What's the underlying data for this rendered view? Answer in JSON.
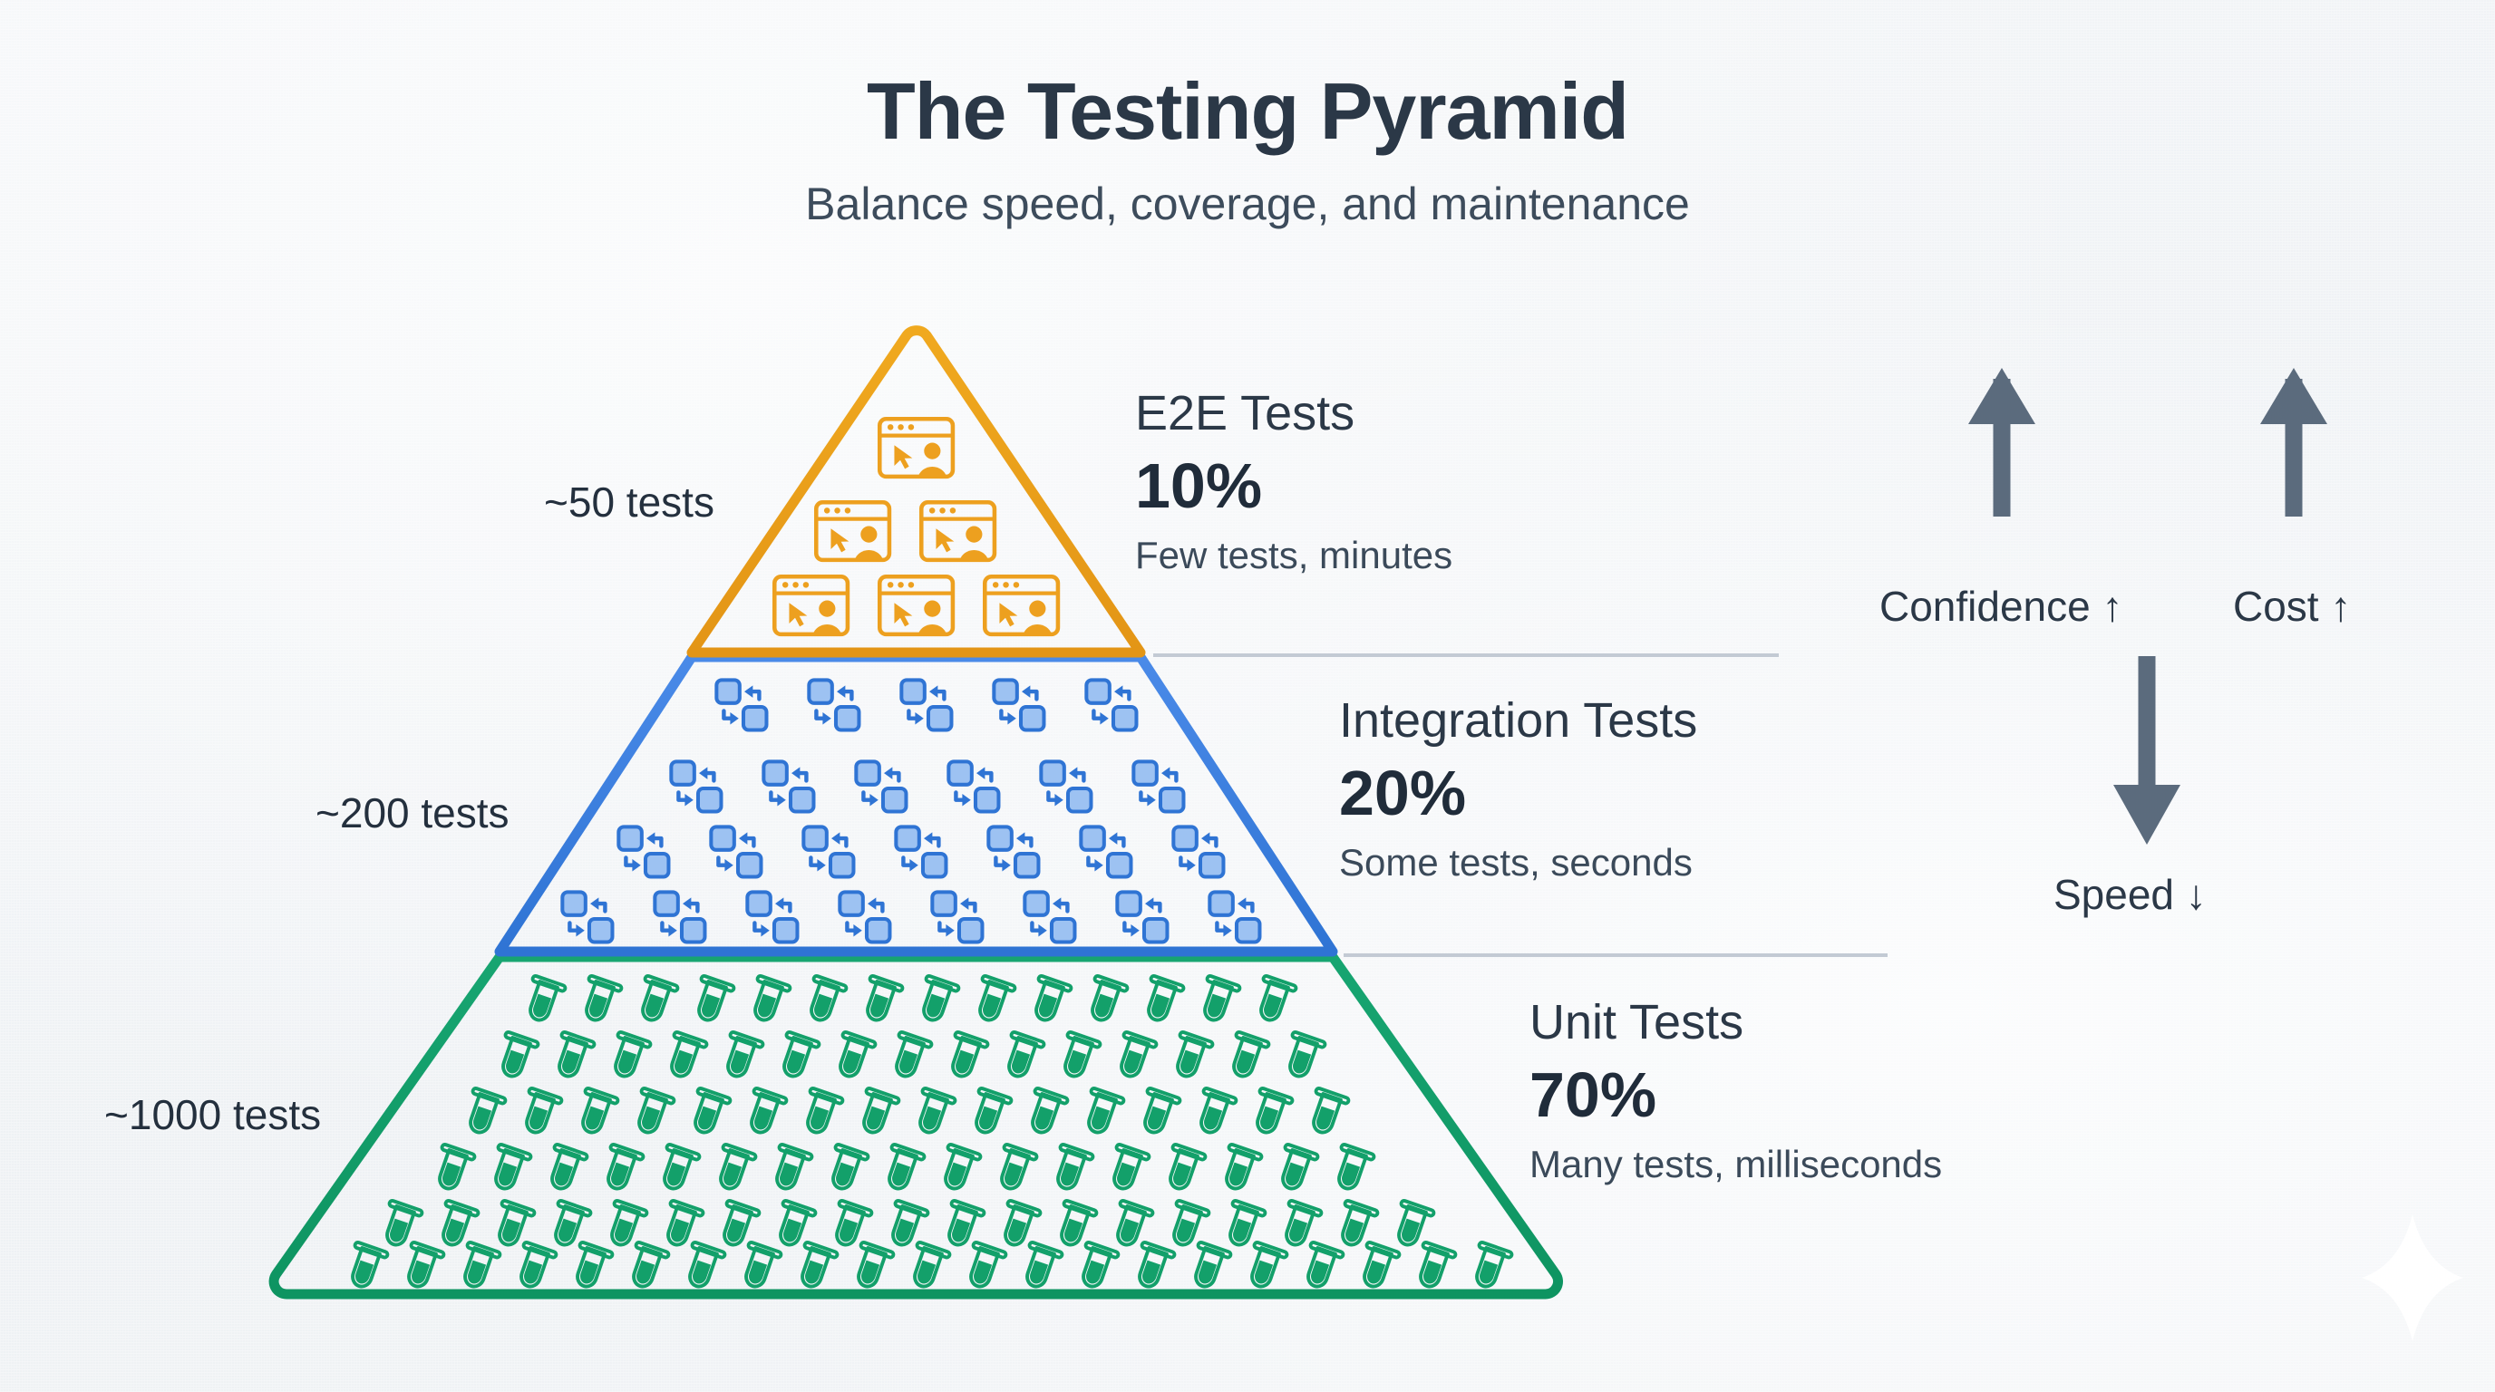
{
  "header": {
    "title": "The Testing Pyramid",
    "subtitle": "Balance speed, coverage, and maintenance"
  },
  "colors": {
    "background": "#f1f3f6",
    "text_dark": "#2b3847",
    "e2e": "#eda01f",
    "integration": "#3f82e0",
    "unit": "#13a06a",
    "arrow": "#5b6b7d",
    "divider": "#c3cad4"
  },
  "pyramid": {
    "tiers": [
      {
        "id": "e2e",
        "name": "E2E Tests",
        "percent": "10%",
        "description": "Few tests, minutes",
        "count_label": "~50 tests",
        "color": "#eda01f",
        "icon": "browser-window-icon",
        "icon_count": 6,
        "icon_rows": [
          1,
          2,
          3
        ]
      },
      {
        "id": "integration",
        "name": "Integration Tests",
        "percent": "20%",
        "description": "Some tests, seconds",
        "count_label": "~200 tests",
        "color": "#3f82e0",
        "icon": "exchange-arrows-icon",
        "icon_count": 24,
        "icon_rows": [
          5,
          6,
          6,
          7
        ]
      },
      {
        "id": "unit",
        "name": "Unit Tests",
        "percent": "70%",
        "description": "Many tests, milliseconds",
        "count_label": "~1000 tests",
        "color": "#13a06a",
        "icon": "test-tube-icon",
        "icon_count": 86,
        "icon_rows": [
          11,
          13,
          15,
          17,
          19,
          21
        ]
      }
    ]
  },
  "meters": [
    {
      "id": "confidence",
      "label": "Confidence ↑",
      "direction": "up"
    },
    {
      "id": "cost",
      "label": "Cost ↑",
      "direction": "up"
    },
    {
      "id": "speed",
      "label": "Speed ↓",
      "direction": "down"
    }
  ],
  "chart_data": {
    "type": "pie",
    "title": "The Testing Pyramid",
    "subtitle": "Balance speed, coverage, and maintenance",
    "categories": [
      "Unit Tests",
      "Integration Tests",
      "E2E Tests"
    ],
    "values": [
      70,
      20,
      10
    ],
    "value_labels": [
      "70%",
      "20%",
      "10%"
    ],
    "counts": [
      1000,
      200,
      50
    ],
    "count_labels": [
      "~1000 tests",
      "~200 tests",
      "~50 tests"
    ],
    "descriptions": [
      "Many tests, milliseconds",
      "Some tests, seconds",
      "Few tests, minutes"
    ],
    "colors": [
      "#13a06a",
      "#3f82e0",
      "#eda01f"
    ],
    "annotations": [
      "Confidence ↑",
      "Cost ↑",
      "Speed ↓"
    ],
    "xlabel": "",
    "ylabel": "",
    "legend": "right",
    "grid": false
  }
}
